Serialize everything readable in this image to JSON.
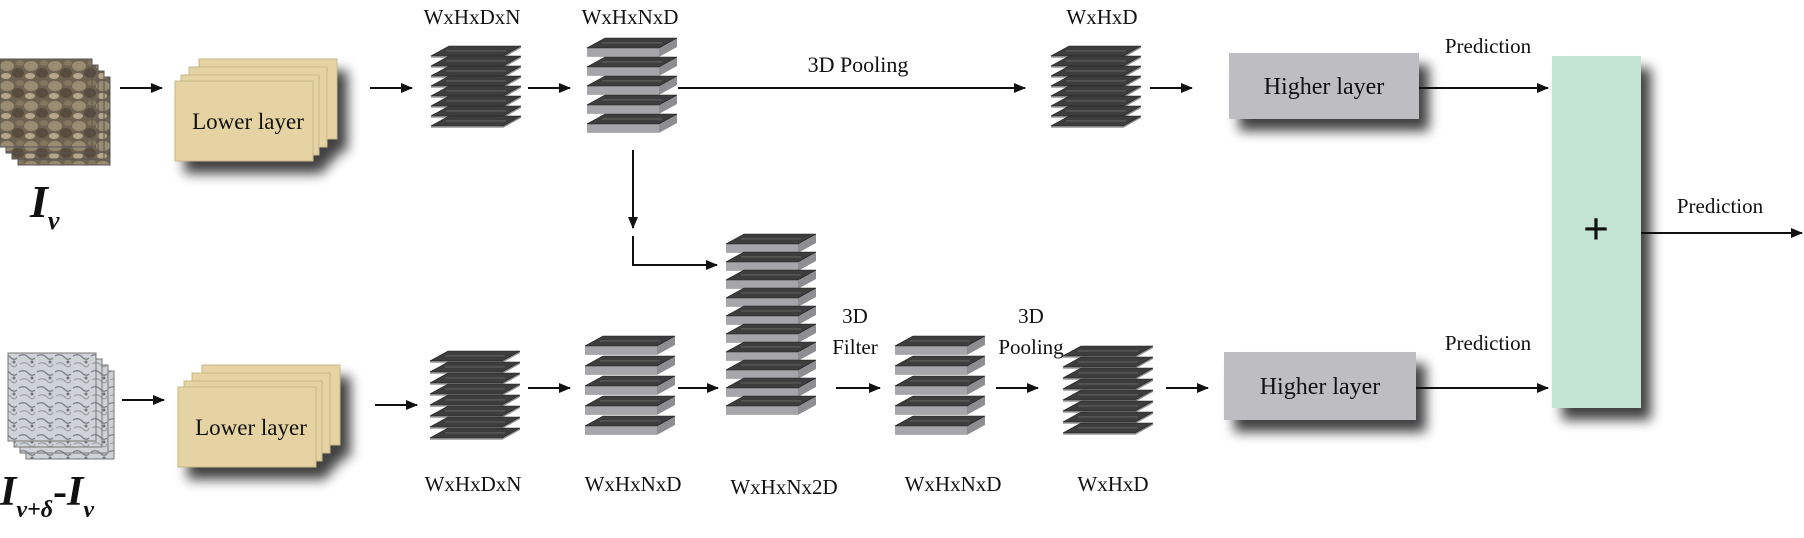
{
  "top": {
    "input_label": "I",
    "input_subscript": "ν",
    "lower_layer": "Lower layer",
    "dims1": "WxHxDxN",
    "dims2": "WxHxNxD",
    "pool_label": "3D Pooling",
    "dims3": "WxHxD",
    "higher_layer": "Higher layer",
    "prediction": "Prediction"
  },
  "bottom": {
    "input_label_a": "I",
    "input_sub_a": "ν+δ",
    "input_dash": "-",
    "input_label_b": "I",
    "input_sub_b": "ν",
    "lower_layer": "Lower layer",
    "dims1": "WxHxDxN",
    "dims2": "WxHxNxD",
    "dims3": "WxHxNx2D",
    "filter_label_1": "3D",
    "filter_label_2": "Filter",
    "dims4": "WxHxNxD",
    "pool_label_1": "3D",
    "pool_label_2": "Pooling",
    "dims5": "WxHxD",
    "higher_layer": "Higher layer",
    "prediction": "Prediction"
  },
  "fusion": {
    "symbol": "+",
    "prediction": "Prediction"
  },
  "colors": {
    "lower_layer_fill": "#e6d3a3",
    "higher_layer_fill": "#bdbdc2",
    "fusion_fill": "#c3e3d3",
    "slice_dark": "#3d3d3d",
    "slice_side": "#a6a6aa"
  }
}
